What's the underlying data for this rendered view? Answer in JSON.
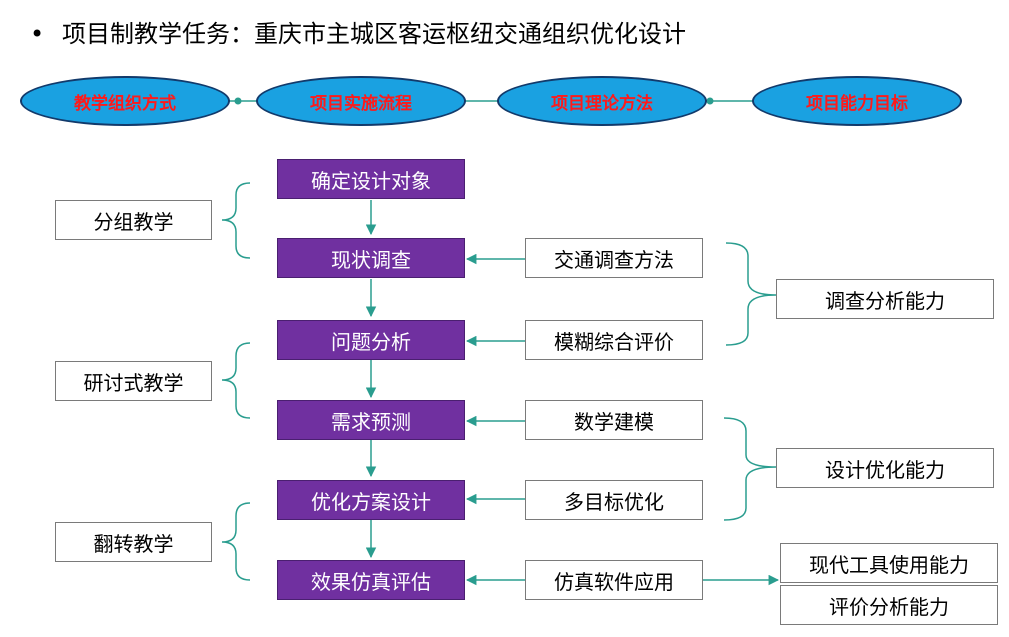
{
  "title": "项目制教学任务：重庆市主城区客运枢纽交通组织优化设计",
  "bullet": "•",
  "categories": [
    "教学组织方式",
    "项目实施流程",
    "项目理论方法",
    "项目能力目标"
  ],
  "process_steps": [
    "确定设计对象",
    "现状调查",
    "问题分析",
    "需求预测",
    "优化方案设计",
    "效果仿真评估"
  ],
  "teaching_methods": [
    "分组教学",
    "研讨式教学",
    "翻转教学"
  ],
  "theory_methods": [
    "交通调查方法",
    "模糊综合评价",
    "数学建模",
    "多目标优化",
    "仿真软件应用"
  ],
  "abilities": [
    "调查分析能力",
    "设计优化能力",
    "现代工具使用能力",
    "评价分析能力"
  ],
  "colors": {
    "ellipse_fill": "#1aa1e1",
    "ellipse_text": "#ff1a1a",
    "step_fill": "#7030a0",
    "connector": "#2a9d8f"
  }
}
